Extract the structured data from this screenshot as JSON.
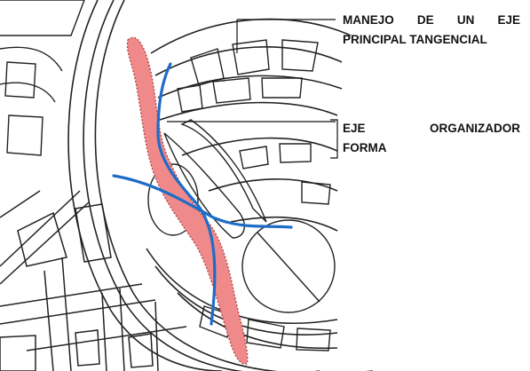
{
  "annotations": {
    "main_axis": {
      "line1": "MANEJO DE UN EJE",
      "line2": "PRINCIPAL TANGENCIAL"
    },
    "organizing_axis": {
      "line1": "EJE ORGANIZADOR",
      "line2": "FORMA"
    }
  },
  "colors": {
    "main_axis_fill": "#f08a8a",
    "main_axis_outline": "#b04848",
    "organizing_axis_stroke": "#1f6cc8",
    "plan_linework": "#222222",
    "leader_lines": "#111111"
  }
}
